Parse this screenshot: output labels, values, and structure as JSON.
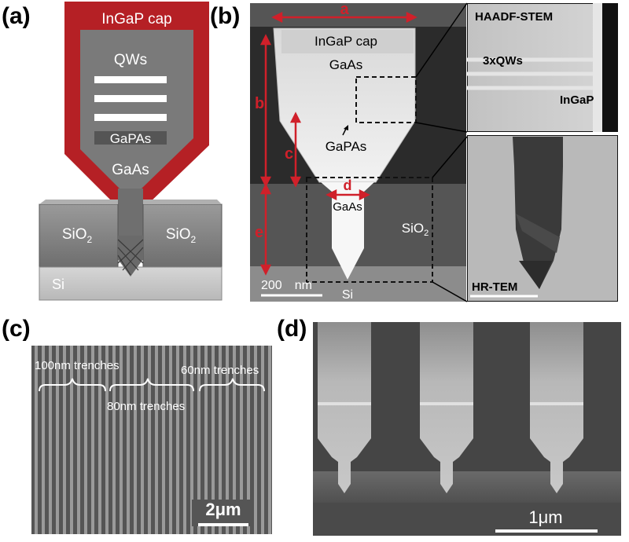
{
  "panels": {
    "a": {
      "label": "(a)",
      "cap": "InGaP cap",
      "qws": "QWs",
      "gapas": "GaPAs",
      "gaas": "GaAs",
      "sio2_left": "SiO",
      "sio2_right": "SiO",
      "sub2": "2",
      "si": "Si"
    },
    "b": {
      "label": "(b)",
      "cap": "InGaP cap",
      "gaas_top": "GaAs",
      "gapas": "GaPAs",
      "gaas_bottom": "GaAs",
      "sio2": "SiO",
      "sub2": "2",
      "si": "Si",
      "scale_value": "200",
      "scale_unit": "nm",
      "dim_a": "a",
      "dim_b": "b",
      "dim_c": "c",
      "dim_d": "d",
      "dim_e": "e",
      "inset_top_title": "HAADF-STEM",
      "inset_top_qws": "3xQWs",
      "inset_top_ingap": "InGaP",
      "inset_bottom_title": "HR-TEM"
    },
    "c": {
      "label": "(c)",
      "t100": "100nm trenches",
      "t80": "80nm trenches",
      "t60": "60nm trenches",
      "scale": "2μm"
    },
    "d": {
      "label": "(d)",
      "scale": "1μm"
    }
  },
  "colors": {
    "cap_red": "#b52025",
    "gaas_gray": "#767676",
    "sio2_gray": "#8a8a8a",
    "si_gray": "#c4c4c4",
    "dim_red": "#d0202a"
  }
}
